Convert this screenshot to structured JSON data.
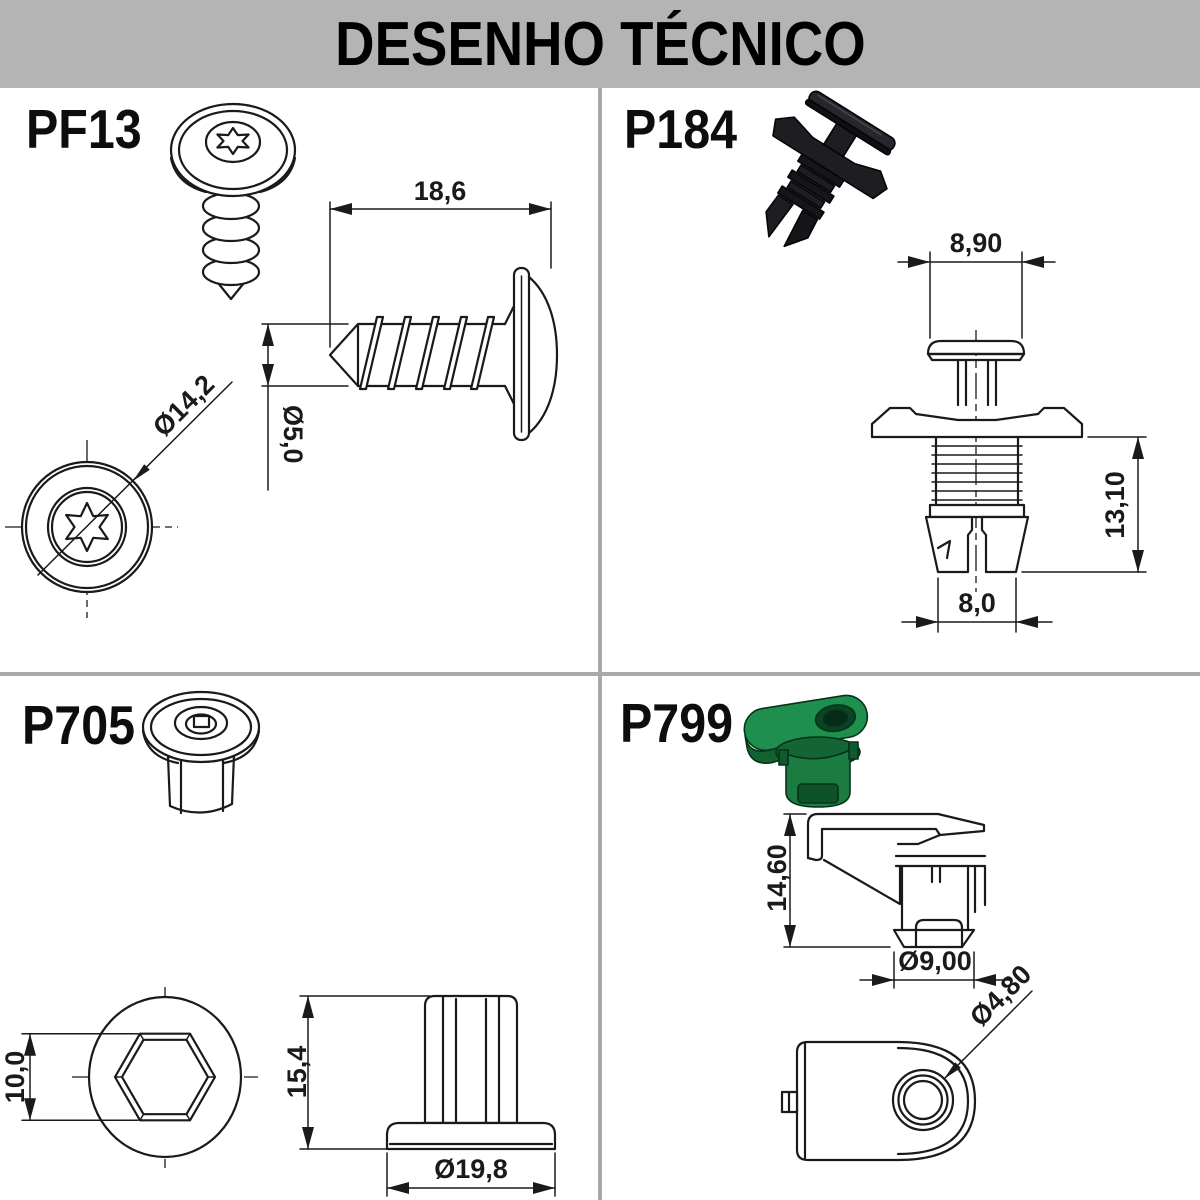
{
  "title": "DESENHO TÉCNICO",
  "banner_color": "#b4b4b4",
  "parts": [
    {
      "id": "pf13",
      "label": "PF13",
      "dimensions": {
        "length": "18,6",
        "thread_diameter": "Ø5,0",
        "head_diameter": "Ø14,2"
      }
    },
    {
      "id": "p184",
      "label": "P184",
      "dimensions": {
        "head_width": "8,90",
        "shank_length": "13,10",
        "leg_span": "8,0"
      }
    },
    {
      "id": "p705",
      "label": "P705",
      "dimensions": {
        "hex_socket_width": "10,0",
        "overall_height": "15,4",
        "flange_diameter": "Ø19,8"
      }
    },
    {
      "id": "p799",
      "label": "P799",
      "dimensions": {
        "overall_height": "14,60",
        "body_diameter": "Ø9,00",
        "hole_diameter": "Ø4,80"
      }
    }
  ]
}
